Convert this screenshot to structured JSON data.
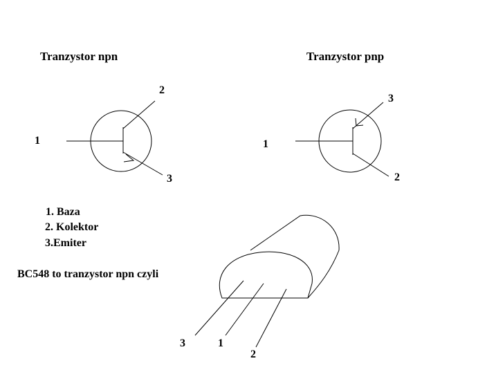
{
  "npn": {
    "title": "Tranzystor npn",
    "pin_base": "1",
    "pin_collector": "2",
    "pin_emitter": "3"
  },
  "pnp": {
    "title": "Tranzystor pnp",
    "pin_base": "1",
    "pin_collector": "3",
    "pin_emitter": "2"
  },
  "legend": {
    "item1": "1. Baza",
    "item2": "2. Kolektor",
    "item3": "3.Emiter"
  },
  "note": "BC548 to tranzystor npn czyli",
  "package": {
    "leg_left": "3",
    "leg_middle": "1",
    "leg_right": "2"
  }
}
